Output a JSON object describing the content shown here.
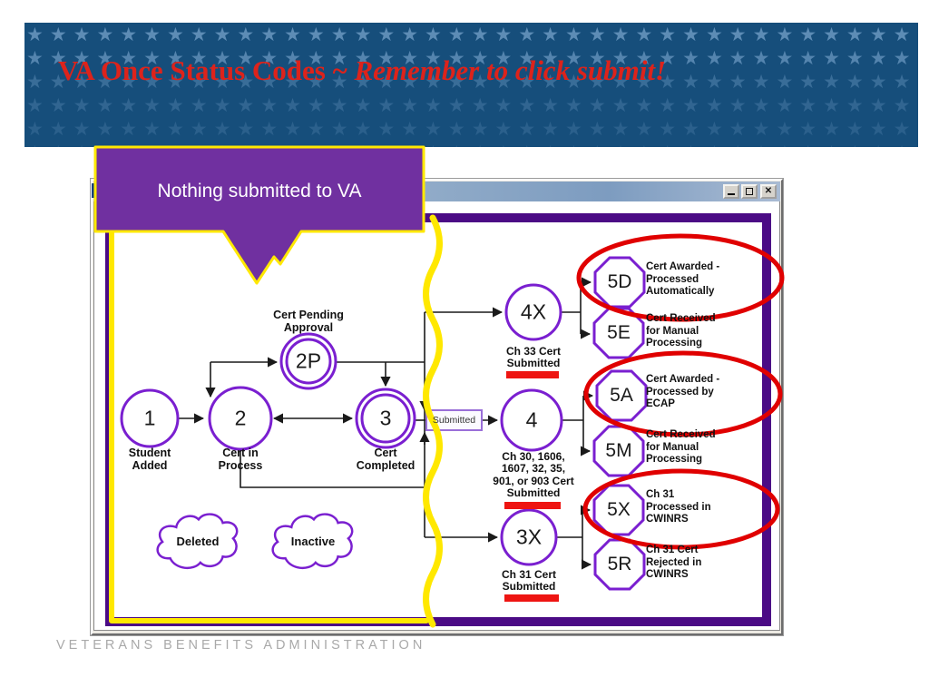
{
  "colors": {
    "header_blue": "#164e7b",
    "title_red": "#dd231b",
    "callout_purple": "#7030a0",
    "highlight_yellow": "#ffe800",
    "diagram_purple": "#7a1fd0",
    "frame_purple": "#4b0b85",
    "emphasis_red": "#e00000"
  },
  "slide": {
    "title_main": "VA Once Status Codes ~ ",
    "title_emphasis": "Remember to click submit!",
    "footer": "VETERANS BENEFITS ADMINISTRATION"
  },
  "callout": {
    "text": "Nothing submitted to VA"
  },
  "window": {
    "close_glyph": "✕"
  },
  "diagram": {
    "submitted_label": "Submitted",
    "clouds": {
      "deleted": "Deleted",
      "inactive": "Inactive"
    },
    "nodes": {
      "n1": {
        "code": "1",
        "caption": "Student\nAdded"
      },
      "n2": {
        "code": "2",
        "caption": "Cert in\nProcess"
      },
      "n2p": {
        "code": "2P",
        "caption": "Cert Pending\nApproval"
      },
      "n3": {
        "code": "3",
        "caption": "Cert\nCompleted"
      },
      "n4x": {
        "code": "4X",
        "caption": "Ch 33 Cert\nSubmitted"
      },
      "n4": {
        "code": "4",
        "caption": "Ch 30, 1606,\n1607, 32, 35,\n901, or 903 Cert\nSubmitted"
      },
      "n3x": {
        "code": "3X",
        "caption": "Ch 31 Cert\nSubmitted"
      },
      "o5d": {
        "code": "5D",
        "caption": "Cert Awarded -\nProcessed\nAutomatically"
      },
      "o5e": {
        "code": "5E",
        "caption": "Cert Received\nfor Manual\nProcessing"
      },
      "o5a": {
        "code": "5A",
        "caption": "Cert Awarded -\nProcessed by\nECAP"
      },
      "o5m": {
        "code": "5M",
        "caption": "Cert Received\nfor Manual\nProcessing"
      },
      "o5x": {
        "code": "5X",
        "caption": "Ch 31\nProcessed in\nCWINRS"
      },
      "o5r": {
        "code": "5R",
        "caption": "Ch 31 Cert\nRejected in\nCWINRS"
      }
    }
  }
}
